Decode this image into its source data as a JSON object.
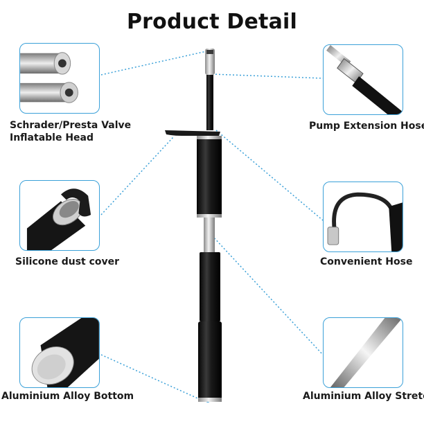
{
  "title": "Product Detail",
  "features": {
    "valve_head": {
      "label_line1": "Schrader/Presta Valve",
      "label_line2": "Inflatable Head",
      "icon": "valve-head-icon"
    },
    "extension_hose": {
      "label": "Pump Extension Hose",
      "icon": "extension-hose-icon"
    },
    "dust_cover": {
      "label": "Silicone dust cover",
      "icon": "dust-cover-icon"
    },
    "convenient_hose": {
      "label": "Convenient Hose",
      "icon": "hose-icon"
    },
    "alloy_bottom": {
      "label": "Aluminium Alloy Bottom",
      "icon": "alloy-bottom-icon"
    },
    "alloy_stretch": {
      "label": "Aluminium Alloy Stretch",
      "icon": "alloy-stretch-icon"
    }
  },
  "colors": {
    "accent": "#3aa0d8",
    "pump_body": "#111111",
    "metal": "#c8c8c8"
  }
}
